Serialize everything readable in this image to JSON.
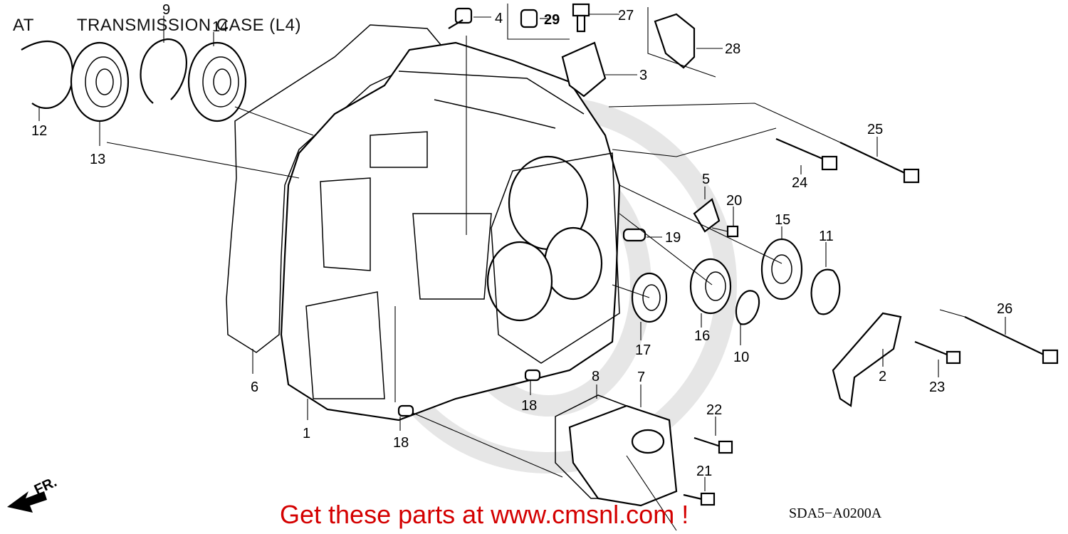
{
  "header": {
    "prefix": "AT",
    "title": "TRANSMISSION CASE (L4)"
  },
  "diagram_code": "SDA5−A0200A",
  "promo": "Get these parts at www.cmsnl.com !",
  "direction_label": "FR.",
  "accent_color": "#d40000",
  "callouts": [
    "1",
    "2",
    "3",
    "4",
    "5",
    "6",
    "7",
    "8",
    "9",
    "10",
    "11",
    "12",
    "13",
    "14",
    "15",
    "16",
    "17",
    "18",
    "18",
    "19",
    "20",
    "21",
    "22",
    "23",
    "24",
    "25",
    "26",
    "27",
    "28",
    "29"
  ]
}
